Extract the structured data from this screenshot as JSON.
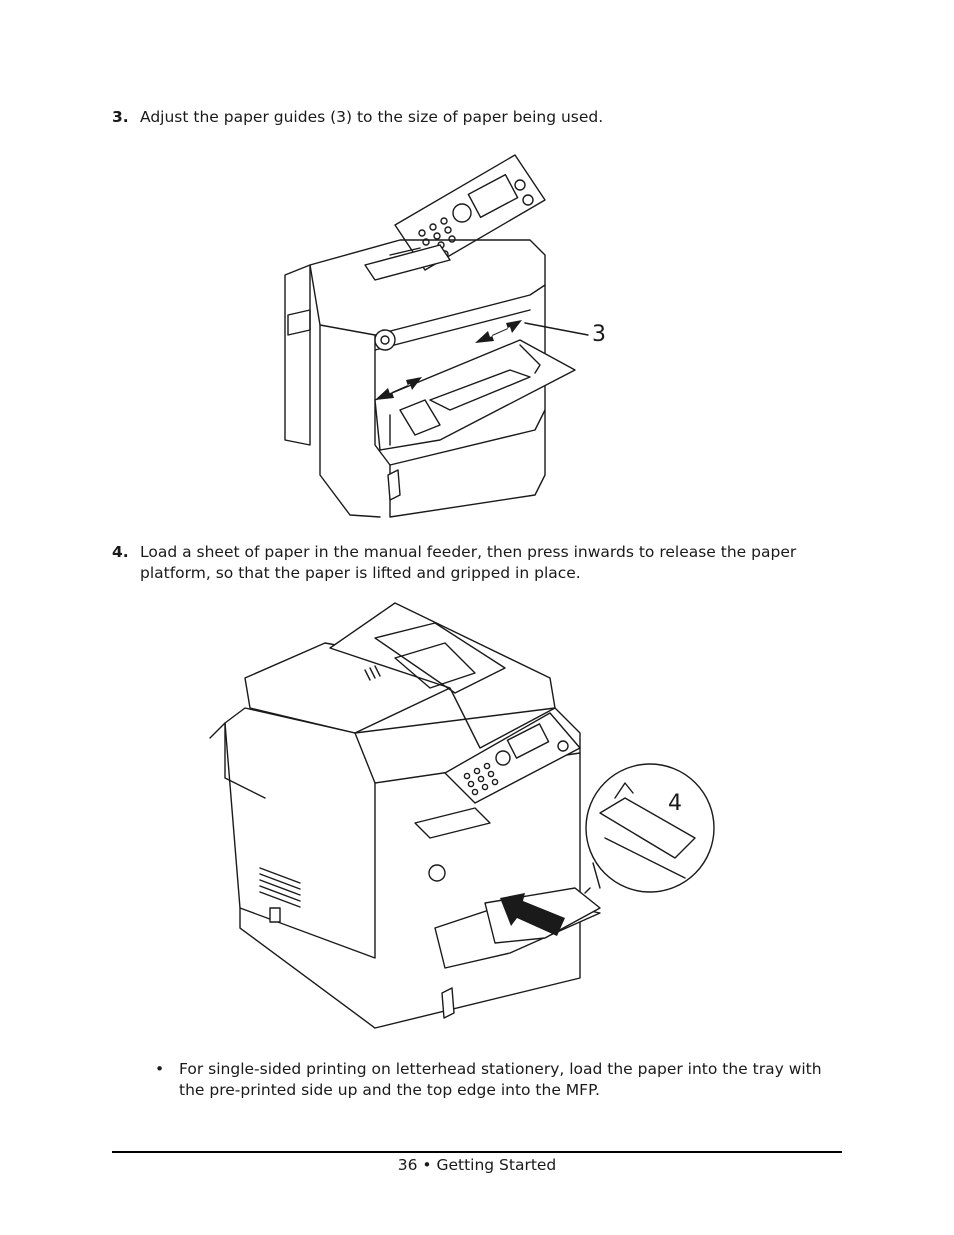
{
  "steps": [
    {
      "number": "3.",
      "text": "Adjust the paper guides (3) to the size of paper being used."
    },
    {
      "number": "4.",
      "text": "Load a sheet of paper in the manual feeder, then press inwards to release the paper platform, so that the paper is lifted and gripped in place."
    }
  ],
  "figure1": {
    "callout": "3"
  },
  "figure2": {
    "callout": "4"
  },
  "bullet": {
    "symbol": "•",
    "text": "For single-sided printing on letterhead stationery, load the paper into the tray with the pre-printed side up and the top edge into the MFP."
  },
  "footer": {
    "text": "36 • Getting Started"
  }
}
